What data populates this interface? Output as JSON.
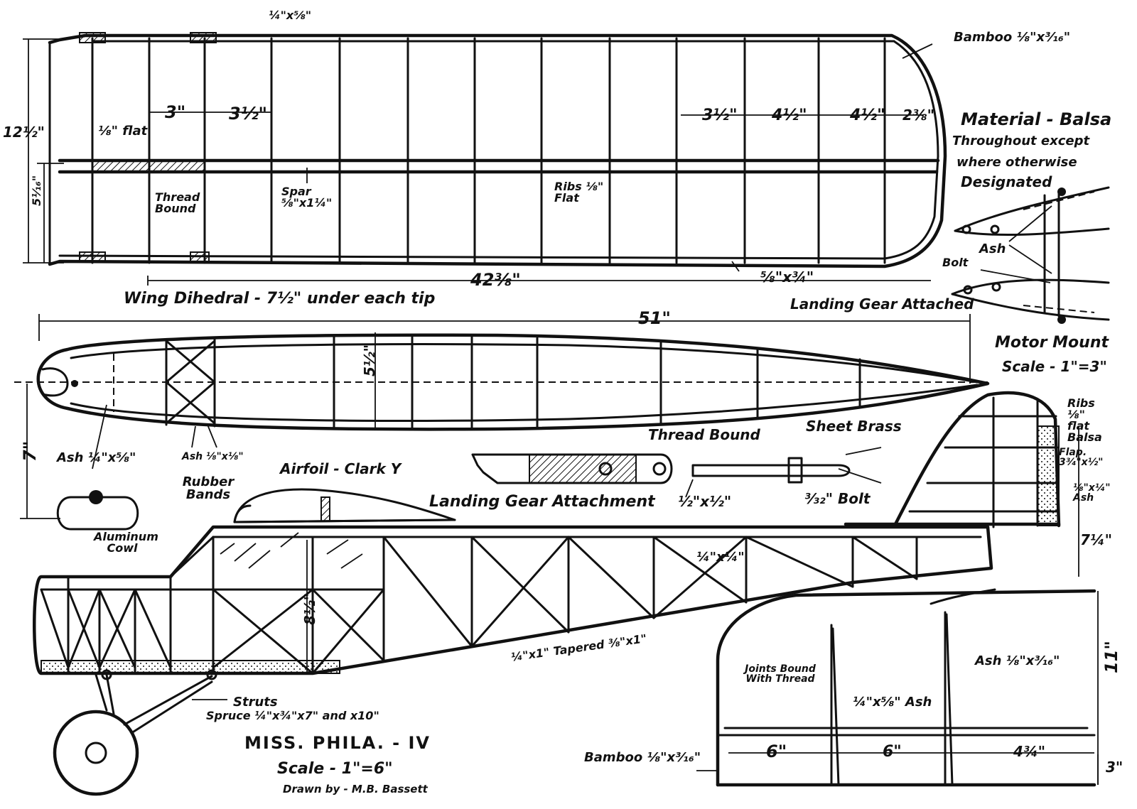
{
  "wing": {
    "spar_strip": "¼\"x⅝\"",
    "bamboo_tip": "Bamboo ⅛\"x³⁄₁₆\"",
    "chord": "12½\"",
    "le_depth": "5¹⁄₁₆\"",
    "rib_space_1": "3\"",
    "rib_space_2": "3½\"",
    "rib_space_3": "3½\"",
    "rib_space_4": "4½\"",
    "rib_space_5": "4½\"",
    "rib_space_6": "2⅜\"",
    "flat_label": "⅛\" flat",
    "thread_bound": "Thread Bound",
    "spar_label": "Spar ⅝\"x1¼\"",
    "ribs_label": "Ribs ⅛\" Flat",
    "half_span": "42⅜\"",
    "trailing_edge": "⅝\"x¾\"",
    "dihedral": "Wing Dihedral - 7½\" under each tip"
  },
  "notes": {
    "material_line1": "Material - Balsa",
    "material_line2": "Throughout except",
    "material_line3": "where otherwise",
    "material_line4": "Designated"
  },
  "motor_mount": {
    "ash_label": "Ash",
    "bolt_label": "Bolt",
    "landing_gear": "Landing Gear Attached",
    "title": "Motor Mount",
    "scale": "Scale - 1\"=3\""
  },
  "fuselage_top": {
    "length": "51\"",
    "width": "5½\"",
    "nose_depth": "7\"",
    "ash_nose": "Ash ¼\"x⅝\"",
    "ash_small": "Ash ⅛\"x⅛\"",
    "rubber_bands": "Rubber Bands"
  },
  "details": {
    "airfoil": "Airfoil - Clark Y",
    "thread_bound": "Thread Bound",
    "sheet_brass": "Sheet Brass",
    "landing_gear_attachment": "Landing Gear Attachment",
    "strip_size": "½\"x½\"",
    "bolt": "³⁄₃₂\" Bolt",
    "aluminum_cowl": "Aluminum Cowl"
  },
  "fuselage_side": {
    "depth": "8½\"",
    "longeron": "¼\"x¼\"",
    "tapered": "¼\"x1\" Tapered ⅜\"x1\"",
    "struts": "Struts",
    "spruce": "Spruce ¼\"x¾\"x7\" and x10\""
  },
  "tail": {
    "ribs": "Ribs ⅛\" flat Balsa",
    "flap": "Flap. 3³⁄₄\"x½\"",
    "ash_spar": "⅛\"x¼\" Ash",
    "height": "7¼\""
  },
  "stabilizer": {
    "height": "11\"",
    "ash_le": "Ash ⅛\"x³⁄₁₆\"",
    "joints": "Joints Bound With Thread",
    "ash_spar": "¼\"x⅝\" Ash",
    "bamboo": "Bamboo ⅛\"x³⁄₁₆\"",
    "span_1": "6\"",
    "span_2": "6\"",
    "span_3": "4¾\"",
    "tip_depth": "3\""
  },
  "titleblock": {
    "name": "MISS. PHILA. - IV",
    "scale": "Scale - 1\"=6\"",
    "drawn_by": "Drawn by - M.B. Bassett"
  }
}
